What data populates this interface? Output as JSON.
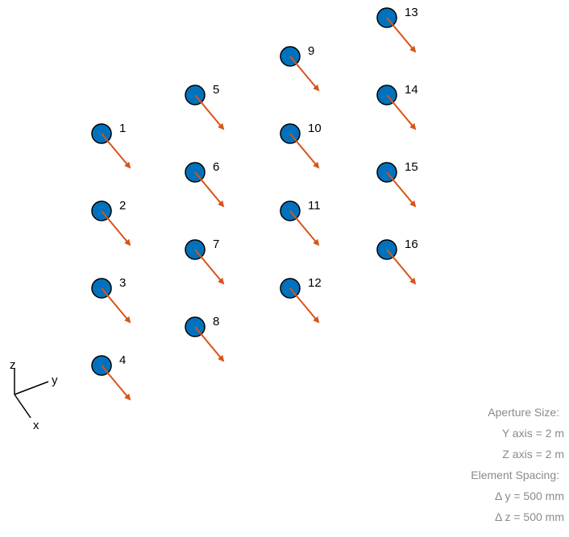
{
  "colors": {
    "element_fill": "#0072BD",
    "element_stroke": "#000000",
    "normal_arrow": "#D95319",
    "info_text": "#8a8a8a"
  },
  "elements": [
    {
      "label": "1"
    },
    {
      "label": "2"
    },
    {
      "label": "3"
    },
    {
      "label": "4"
    },
    {
      "label": "5"
    },
    {
      "label": "6"
    },
    {
      "label": "7"
    },
    {
      "label": "8"
    },
    {
      "label": "9"
    },
    {
      "label": "10"
    },
    {
      "label": "11"
    },
    {
      "label": "12"
    },
    {
      "label": "13"
    },
    {
      "label": "14"
    },
    {
      "label": "15"
    },
    {
      "label": "16"
    }
  ],
  "axes_triad": {
    "z": "z",
    "y": "y",
    "x": "x"
  },
  "info": {
    "aperture_title": "Aperture Size:",
    "y_axis": "Y axis = 2 m",
    "z_axis": "Z axis = 2 m",
    "spacing_title": "Element Spacing:",
    "dy": "Δ y = 500 mm",
    "dz": "Δ z = 500 mm"
  }
}
